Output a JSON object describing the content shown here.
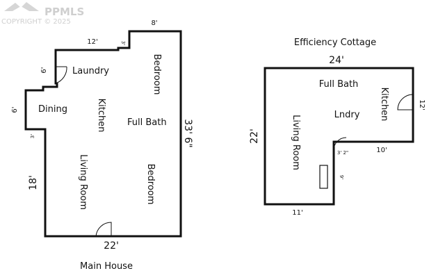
{
  "watermark": {
    "brand": "PPMLS",
    "copyright": "COPYRIGHT © 2025"
  },
  "main_house": {
    "title": "Main House",
    "rooms": {
      "laundry": "Laundry",
      "bedroom_upper": "Bedroom",
      "dining": "Dining",
      "kitchen": "Kitchen",
      "full_bath": "Full Bath",
      "living_room": "Living Room",
      "bedroom_lower": "Bedroom"
    },
    "dimensions": {
      "top_right": "8'",
      "top_left": "12'",
      "notch_top": "3'",
      "laundry_wall": "6'",
      "dining_wall": "6'",
      "dining_notch": "3'",
      "left_side": "18'",
      "right_side": "33' 6\"",
      "bottom": "22'"
    }
  },
  "cottage": {
    "title": "Efficiency Cottage",
    "rooms": {
      "full_bath": "Full Bath",
      "kitchen": "Kitchen",
      "laundry": "Lndry",
      "living_room": "Living Room"
    },
    "dimensions": {
      "top": "24'",
      "left": "22'",
      "kitchen_door": "12'",
      "step_bottom": "10'",
      "step_small": "3' 2\"",
      "step_side": "9'",
      "bottom": "11'"
    }
  }
}
